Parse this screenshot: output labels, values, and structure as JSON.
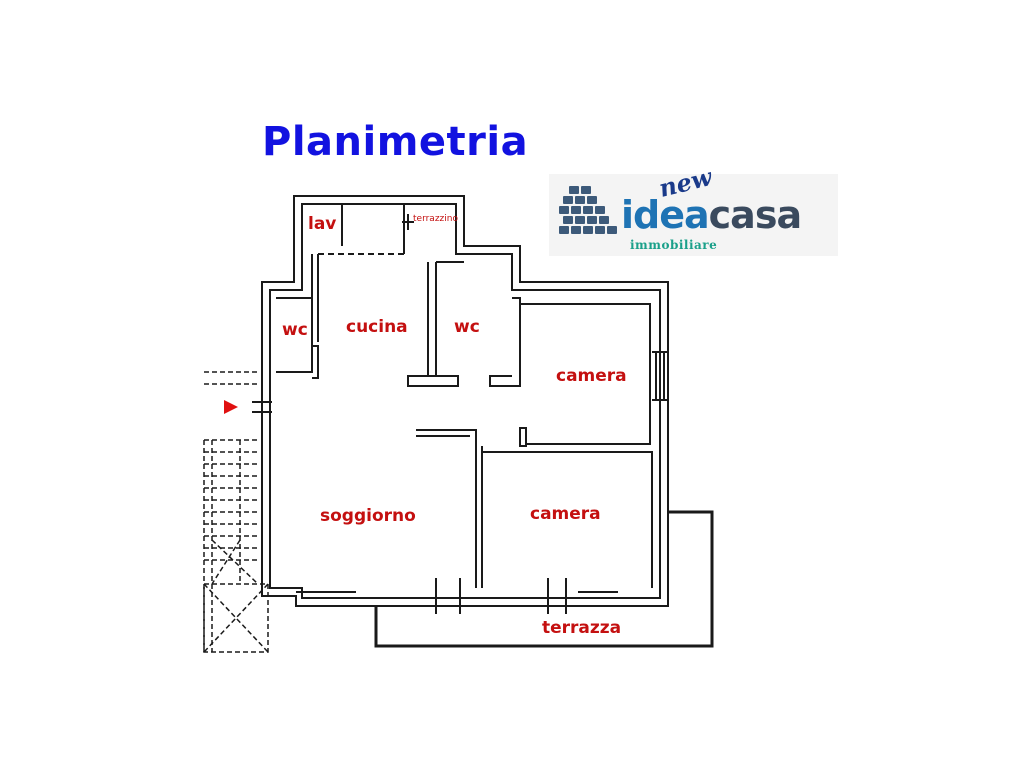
{
  "title": "Planimetria",
  "logo": {
    "new": "new",
    "brand_part1": "idea",
    "brand_part2": "casa",
    "tagline": "immobiliare"
  },
  "rooms": {
    "lav": "lav",
    "terrazzino": "terrazzino",
    "wc_left": "wc",
    "cucina": "cucina",
    "wc_right": "wc",
    "camera_top": "camera",
    "soggiorno": "soggiorno",
    "camera_bottom": "camera",
    "terrazza": "terrazza"
  },
  "colors": {
    "title": "#1212e0",
    "labels": "#c41010",
    "walls": "#1a1a1a",
    "entrance_arrow": "#e01010"
  }
}
